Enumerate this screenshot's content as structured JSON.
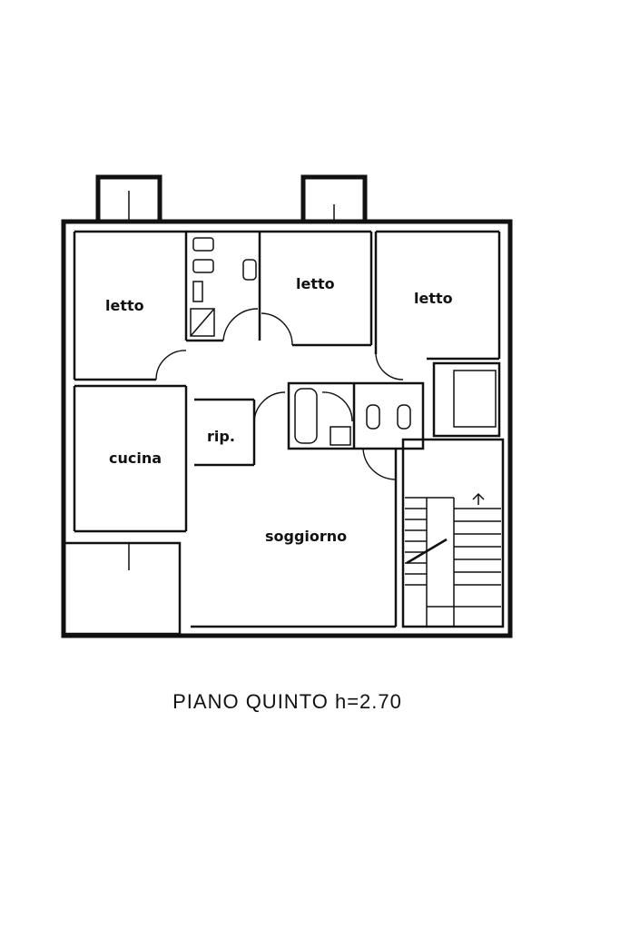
{
  "plan": {
    "caption": "PIANO QUINTO h=2.70",
    "rooms": {
      "bedroom_left": "letto",
      "bedroom_center": "letto",
      "bedroom_right": "letto",
      "kitchen": "cucina",
      "storage": "rip.",
      "living": "soggiorno"
    }
  }
}
